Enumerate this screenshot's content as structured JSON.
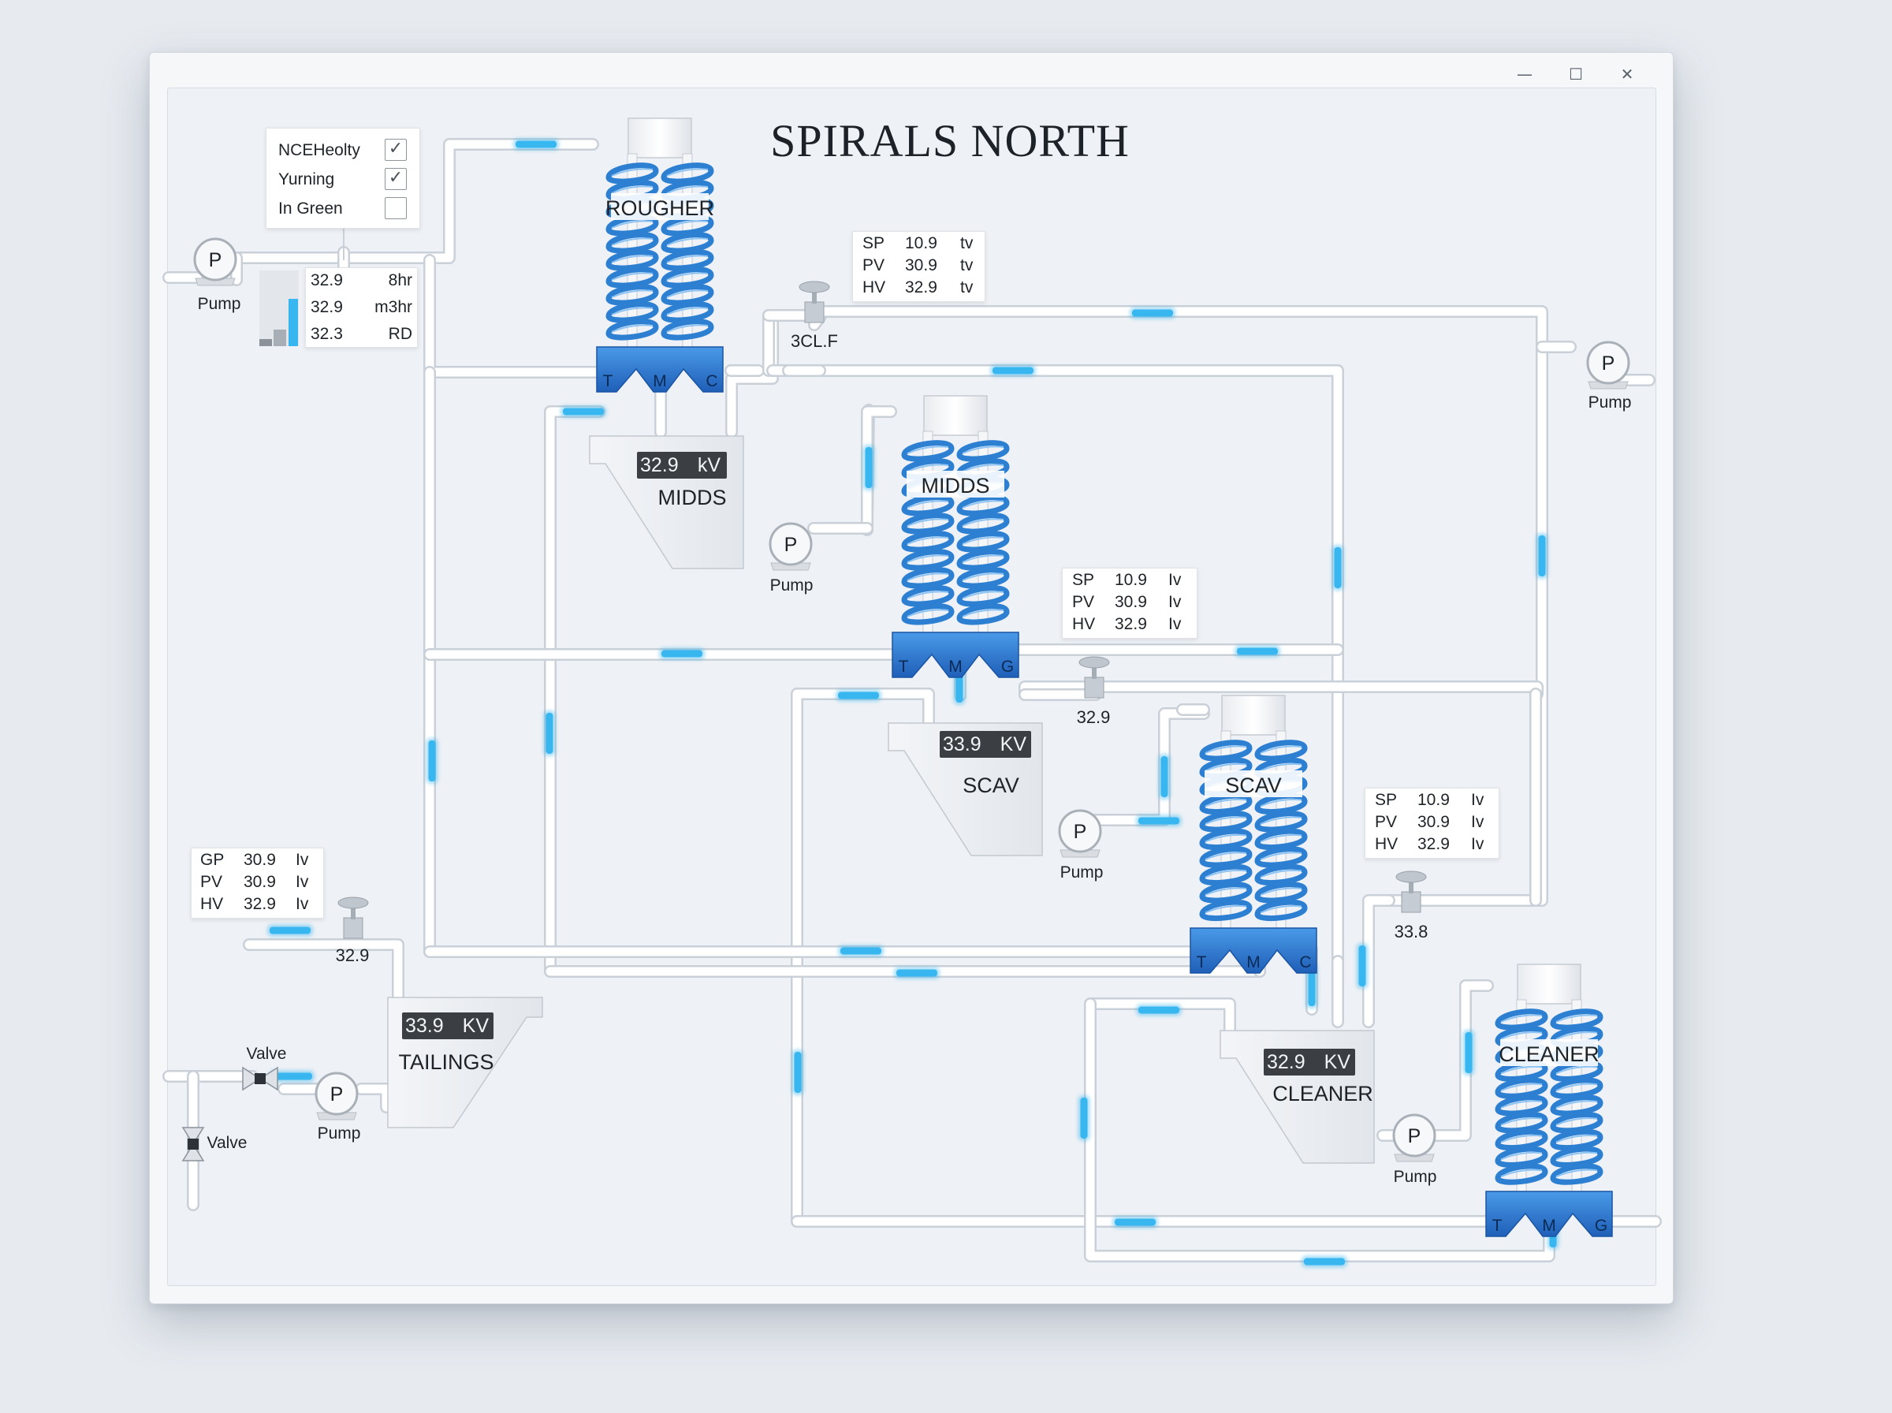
{
  "title": "SPIRALS NORTH",
  "window_controls": {
    "minimize": "—",
    "maximize": "☐",
    "close": "✕"
  },
  "legend": [
    {
      "label": "NCEHeolty",
      "checked": true
    },
    {
      "label": "Yurning",
      "checked": true
    },
    {
      "label": "In Green",
      "checked": false
    }
  ],
  "check_glyph": "✓",
  "flow_panel": {
    "rows": [
      [
        "32.9",
        "8hr"
      ],
      [
        "32.9",
        "m3hr"
      ],
      [
        "32.3",
        "RD"
      ]
    ]
  },
  "spirals": [
    {
      "name": "ROUGHER",
      "outlets": [
        "T",
        "M",
        "C"
      ]
    },
    {
      "name": "MIDDS",
      "outlets": [
        "T",
        "M",
        "G"
      ]
    },
    {
      "name": "SCAV",
      "outlets": [
        "T",
        "M",
        "C"
      ]
    },
    {
      "name": "CLEANER",
      "outlets": [
        "T",
        "M",
        "G"
      ]
    }
  ],
  "sumps": [
    {
      "name": "MIDDS",
      "value": "32.9",
      "unit": "kV"
    },
    {
      "name": "SCAV",
      "value": "33.9",
      "unit": "KV"
    },
    {
      "name": "TAILINGS",
      "value": "33.9",
      "unit": "KV"
    },
    {
      "name": "CLEANER",
      "value": "32.9",
      "unit": "KV"
    }
  ],
  "panels": [
    {
      "rows": [
        [
          "SP",
          "10.9",
          "tv"
        ],
        [
          "PV",
          "30.9",
          "tv"
        ],
        [
          "HV",
          "32.9",
          "tv"
        ]
      ]
    },
    {
      "rows": [
        [
          "SP",
          "10.9",
          "Iv"
        ],
        [
          "PV",
          "30.9",
          "Iv"
        ],
        [
          "HV",
          "32.9",
          "Iv"
        ]
      ]
    },
    {
      "rows": [
        [
          "SP",
          "10.9",
          "Iv"
        ],
        [
          "PV",
          "30.9",
          "Iv"
        ],
        [
          "HV",
          "32.9",
          "Iv"
        ]
      ]
    },
    {
      "rows": [
        [
          "GP",
          "30.9",
          "Iv"
        ],
        [
          "PV",
          "30.9",
          "Iv"
        ],
        [
          "HV",
          "32.9",
          "Iv"
        ]
      ]
    }
  ],
  "pumps": {
    "symbol": "P",
    "label": "Pump"
  },
  "valves": {
    "v1": "3CL.F",
    "v2": "32.9",
    "v3": "33.8",
    "v4": "32.9",
    "manual": "Valve"
  },
  "colors": {
    "pipe": "#ffffff",
    "pipe_edge": "#c9d0d8",
    "flow": "#37b6f0",
    "coil": "#2d7fd1",
    "distributor": "#2b7ad6",
    "lcd": "#3b3f44"
  }
}
